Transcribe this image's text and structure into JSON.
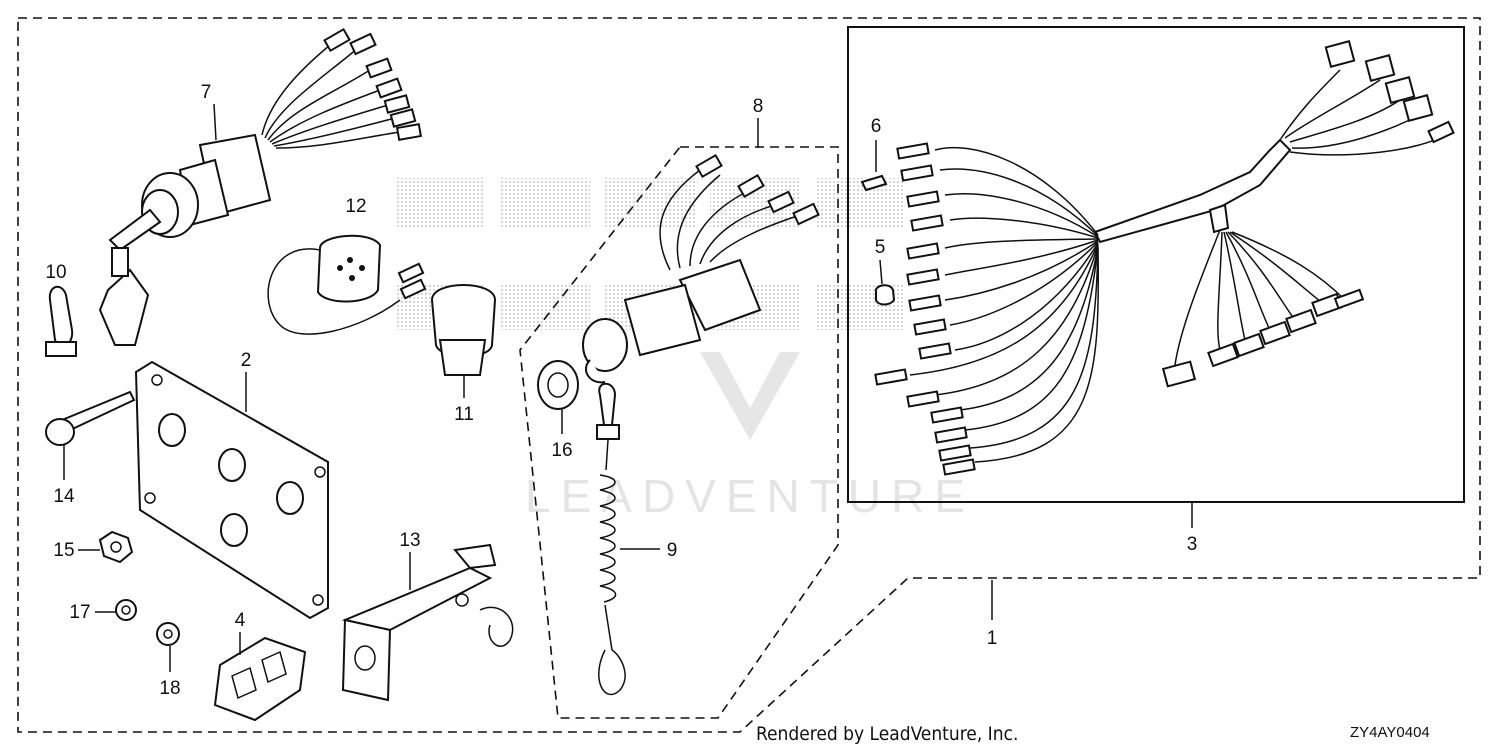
{
  "footer": {
    "credit": "Rendered by LeadVenture, Inc.",
    "code": "ZY4AY0404"
  },
  "callouts": [
    "1",
    "2",
    "3",
    "4",
    "5",
    "6",
    "7",
    "8",
    "9",
    "10",
    "11",
    "12",
    "13",
    "14",
    "15",
    "16",
    "17",
    "18"
  ],
  "watermark": {
    "text": "LEADVENTURE"
  },
  "colors": {
    "ink": "#111111",
    "watermark": "#cccccc"
  }
}
